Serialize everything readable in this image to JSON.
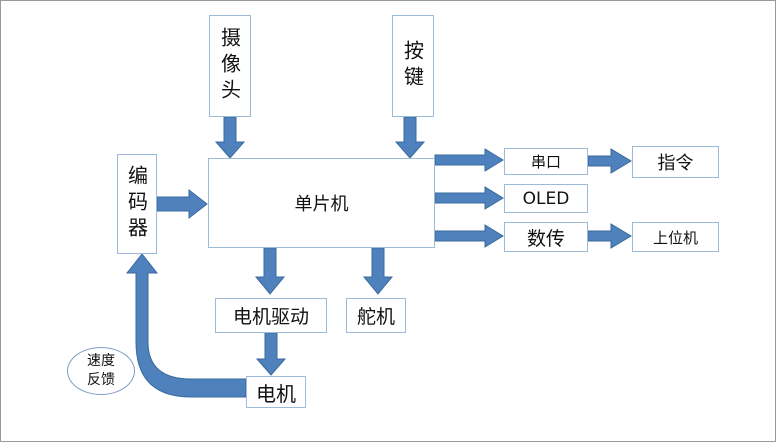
{
  "nodes": {
    "camera": "摄像头",
    "button": "按键",
    "encoder": "编码器",
    "mcu": "单片机",
    "serial": "串口",
    "oled": "OLED",
    "data_transfer": "数传",
    "command": "指令",
    "host_pc": "上位机",
    "motor_driver": "电机驱动",
    "servo": "舵机",
    "motor": "电机"
  },
  "feedback_label": [
    "速度",
    "反馈"
  ],
  "colors": {
    "arrow": "#4f81bd",
    "arrow_stroke": "#3a6a9e",
    "box_border": "#9dbbd9",
    "frame_border": "#9a9a9a"
  }
}
